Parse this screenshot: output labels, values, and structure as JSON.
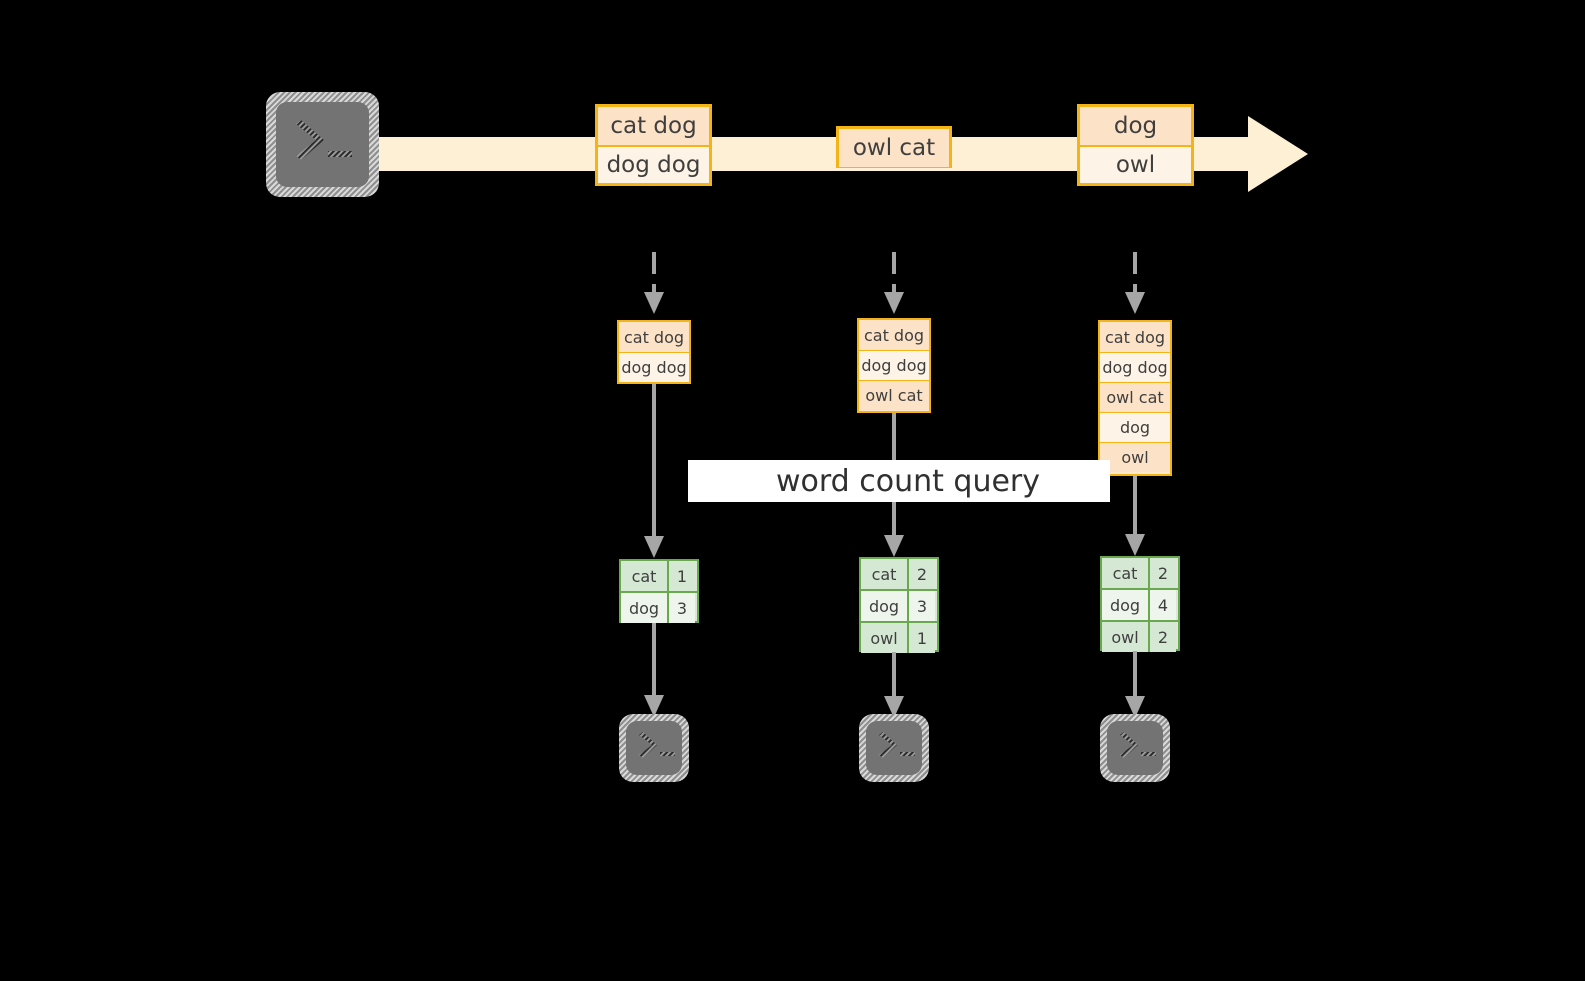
{
  "diagram": {
    "title": "word count query stream diagram",
    "colors": {
      "background": "#000000",
      "stream_fill": "#fdf0d5",
      "record_border": "#f5b416",
      "record_fill_dark": "#fce2c6",
      "record_fill_light": "#fdf3e6",
      "table_border": "#6aa84f",
      "table_fill_dark": "#d5e8d4",
      "table_fill_light": "#eef5ec",
      "arrow_grey": "#a6a6a6",
      "terminal_grey": "#737373",
      "terminal_hatch": "#8f8f8f",
      "label_band": "#ffffff",
      "text": "#3f3f3f"
    },
    "source": {
      "icon": "terminal-prompt-icon",
      "prompt": ">_"
    },
    "stream": {
      "icon": "stream-arrow-icon",
      "direction": "right",
      "records": [
        {
          "lines": [
            "cat dog",
            "dog dog"
          ]
        },
        {
          "lines": [
            "owl cat"
          ]
        },
        {
          "lines": [
            "dog",
            "owl"
          ]
        }
      ]
    },
    "query_label": "word count query",
    "columns": [
      {
        "name": "snapshot-1",
        "ingest_icon": "dashed-arrow-down-icon",
        "input_rows": [
          "cat dog",
          "dog dog"
        ],
        "result_header": null,
        "result_rows": [
          {
            "word": "cat",
            "count": "1"
          },
          {
            "word": "dog",
            "count": "3"
          }
        ],
        "sink_icon": "terminal-prompt-icon",
        "sink_prompt": ">_"
      },
      {
        "name": "snapshot-2",
        "ingest_icon": "dashed-arrow-down-icon",
        "input_rows": [
          "cat dog",
          "dog dog",
          "owl cat"
        ],
        "result_header": null,
        "result_rows": [
          {
            "word": "cat",
            "count": "2"
          },
          {
            "word": "dog",
            "count": "3"
          },
          {
            "word": "owl",
            "count": "1"
          }
        ],
        "sink_icon": "terminal-prompt-icon",
        "sink_prompt": ">_"
      },
      {
        "name": "snapshot-3",
        "ingest_icon": "dashed-arrow-down-icon",
        "input_rows": [
          "cat dog",
          "dog dog",
          "owl cat",
          "dog",
          "owl"
        ],
        "result_header": null,
        "result_rows": [
          {
            "word": "cat",
            "count": "2"
          },
          {
            "word": "dog",
            "count": "4"
          },
          {
            "word": "owl",
            "count": "2"
          }
        ],
        "sink_icon": "terminal-prompt-icon",
        "sink_prompt": ">_"
      }
    ]
  }
}
